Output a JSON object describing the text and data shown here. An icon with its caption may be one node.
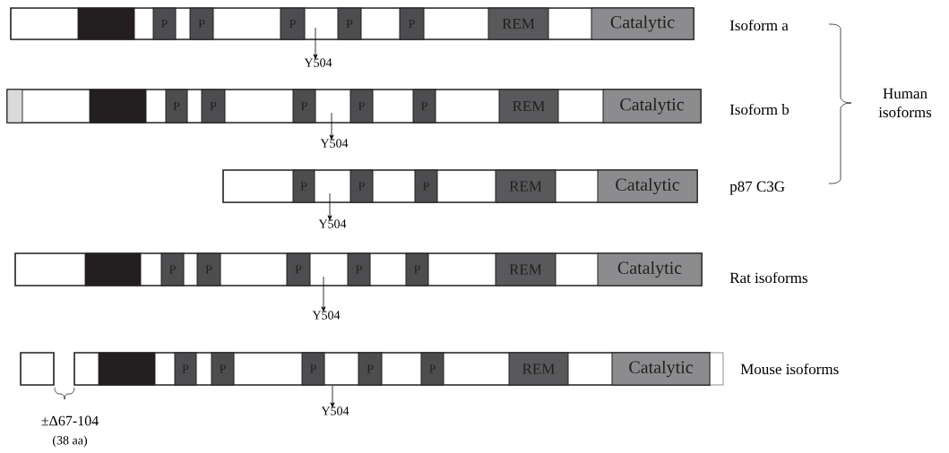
{
  "diagram": {
    "nodes": [
      {
        "text": [],
        "shape": "bar",
        "beside": [
          "Isoform a"
        ]
      },
      {
        "text": [
          "P"
        ],
        "in": 0
      },
      {
        "text": [
          "P"
        ],
        "in": 0
      },
      {
        "text": [
          "P"
        ],
        "in": 0
      },
      {
        "text": [
          "P"
        ],
        "in": 0
      },
      {
        "text": [
          "P"
        ],
        "in": 0
      },
      {
        "text": [
          "REM"
        ],
        "in": 0
      },
      {
        "text": [
          "Catalytic"
        ],
        "in": 0
      },
      {
        "text": [
          "Y504"
        ]
      },
      {
        "text": [],
        "shape": "bar",
        "beside": [
          "Isoform b"
        ]
      },
      {
        "text": [
          "P"
        ],
        "in": 9
      },
      {
        "text": [
          "P"
        ],
        "in": 9
      },
      {
        "text": [
          "P"
        ],
        "in": 9
      },
      {
        "text": [
          "P"
        ],
        "in": 9
      },
      {
        "text": [
          "P"
        ],
        "in": 9
      },
      {
        "text": [
          "REM"
        ],
        "in": 9
      },
      {
        "text": [
          "Catalytic"
        ],
        "in": 9
      },
      {
        "text": [
          "Y504"
        ]
      },
      {
        "text": [],
        "shape": "bar",
        "beside": [
          "p87 C3G"
        ]
      },
      {
        "text": [
          "P"
        ],
        "in": 18
      },
      {
        "text": [
          "P"
        ],
        "in": 18
      },
      {
        "text": [
          "P"
        ],
        "in": 18
      },
      {
        "text": [
          "REM"
        ],
        "in": 18
      },
      {
        "text": [
          "Catalytic"
        ],
        "in": 18
      },
      {
        "text": [
          "Y504"
        ]
      },
      {
        "text": [],
        "shape": "bar",
        "beside": [
          "Rat isoforms"
        ]
      },
      {
        "text": [
          "P"
        ],
        "in": 25
      },
      {
        "text": [
          "P"
        ],
        "in": 25
      },
      {
        "text": [
          "P"
        ],
        "in": 25
      },
      {
        "text": [
          "P"
        ],
        "in": 25
      },
      {
        "text": [
          "P"
        ],
        "in": 25
      },
      {
        "text": [
          "REM"
        ],
        "in": 25
      },
      {
        "text": [
          "Catalytic"
        ],
        "in": 25
      },
      {
        "text": [
          "Y504"
        ]
      },
      {
        "text": [],
        "shape": "bar",
        "beside": [
          "Mouse isoforms"
        ]
      },
      {
        "text": [
          "P"
        ],
        "in": 34
      },
      {
        "text": [
          "P"
        ],
        "in": 34
      },
      {
        "text": [
          "P"
        ],
        "in": 34
      },
      {
        "text": [
          "P"
        ],
        "in": 34
      },
      {
        "text": [
          "P"
        ],
        "in": 34
      },
      {
        "text": [
          "REM"
        ],
        "in": 34
      },
      {
        "text": [
          "Catalytic"
        ],
        "in": 34
      },
      {
        "text": [
          "Y504"
        ]
      }
    ],
    "edges": [
      {
        "from": 0,
        "to": 8,
        "arrow": "to"
      },
      {
        "from": 9,
        "to": 17,
        "arrow": "to"
      },
      {
        "from": 18,
        "to": 24,
        "arrow": "to"
      },
      {
        "from": 25,
        "to": 33,
        "arrow": "to"
      },
      {
        "from": 34,
        "to": 42,
        "arrow": "to"
      }
    ],
    "labels": [
      "Human isoforms",
      "±Δ67-104",
      "(38 aa)"
    ]
  }
}
